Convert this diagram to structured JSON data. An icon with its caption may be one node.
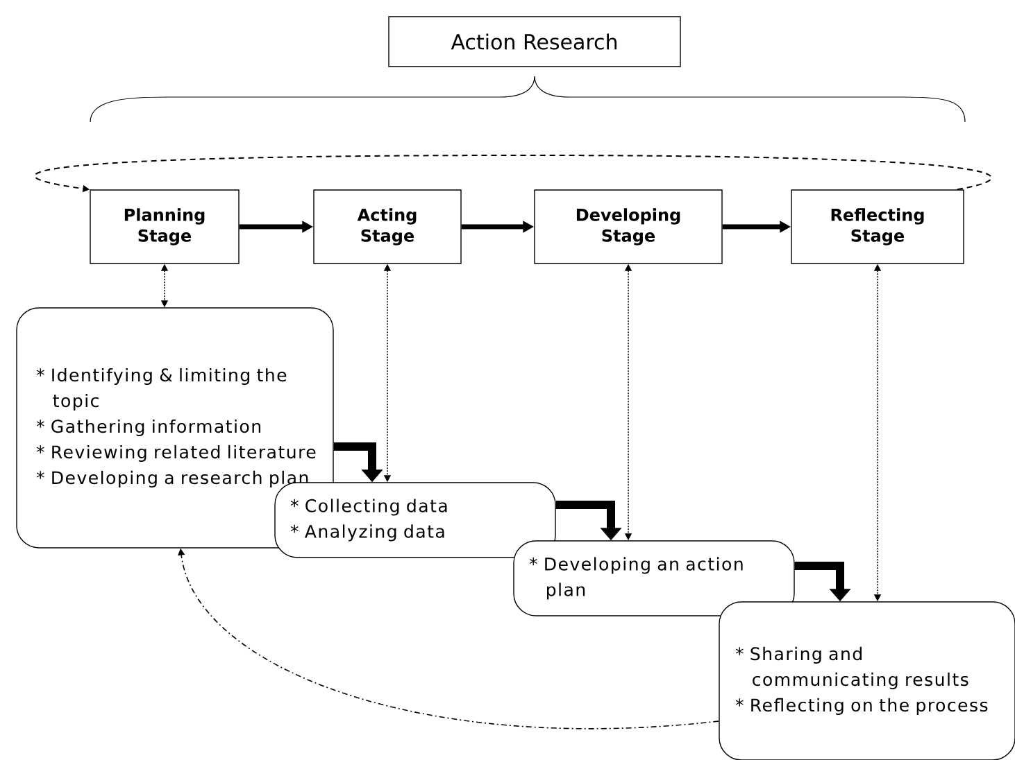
{
  "diagram": {
    "nodes": [
      {
        "text": [
          "Action Research"
        ]
      },
      {
        "text": [
          "Planning Stage"
        ]
      },
      {
        "text": [
          "Acting Stage"
        ]
      },
      {
        "text": [
          "Developing Stage"
        ]
      },
      {
        "text": [
          "Reflecting Stage"
        ]
      },
      {
        "text": [
          "* Identifying & limiting the topic",
          "* Gathering information",
          "* Reviewing related literature",
          "* Developing a research plan"
        ]
      },
      {
        "text": [
          "* Collecting data",
          "* Analyzing data"
        ]
      },
      {
        "text": [
          "* Developing an action plan"
        ]
      },
      {
        "text": [
          "* Sharing and communicating results",
          "* Reflecting on the process"
        ]
      }
    ],
    "edges": [
      {
        "from": 1,
        "to": 2,
        "arrow": "to",
        "style": "thick"
      },
      {
        "from": 2,
        "to": 3,
        "arrow": "to",
        "style": "thick"
      },
      {
        "from": 3,
        "to": 4,
        "arrow": "to",
        "style": "thick"
      },
      {
        "from": 4,
        "to": 1,
        "arrow": "to",
        "style": "dashed"
      },
      {
        "from": 1,
        "to": 5,
        "arrow": "both",
        "style": "dashed"
      },
      {
        "from": 2,
        "to": 6,
        "arrow": "both",
        "style": "dashed"
      },
      {
        "from": 3,
        "to": 7,
        "arrow": "both",
        "style": "dashed"
      },
      {
        "from": 4,
        "to": 8,
        "arrow": "both",
        "style": "dashed"
      },
      {
        "from": 5,
        "to": 6,
        "arrow": "to",
        "style": "thick"
      },
      {
        "from": 6,
        "to": 7,
        "arrow": "to",
        "style": "thick"
      },
      {
        "from": 7,
        "to": 8,
        "arrow": "to",
        "style": "thick"
      },
      {
        "from": 8,
        "to": 5,
        "arrow": "to",
        "style": "dashed"
      }
    ]
  }
}
